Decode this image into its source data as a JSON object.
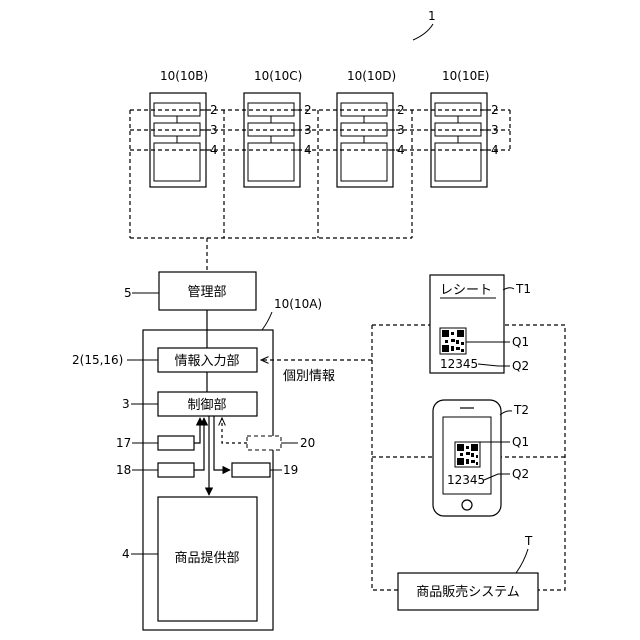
{
  "figure_ref": "1",
  "terminals": {
    "b": {
      "label": "10(10B)"
    },
    "c": {
      "label": "10(10C)"
    },
    "d": {
      "label": "10(10D)"
    },
    "e": {
      "label": "10(10E)"
    }
  },
  "part_refs": {
    "input": "2",
    "control": "3",
    "provider": "4"
  },
  "management": {
    "ref": "5",
    "label": "管理部"
  },
  "main_unit": {
    "label": "10(10A)",
    "input": {
      "ref": "2(15,16)",
      "label": "情報入力部"
    },
    "control": {
      "ref": "3",
      "label": "制御部"
    },
    "provider": {
      "ref": "4",
      "label": "商品提供部"
    },
    "refs": {
      "r17": "17",
      "r18": "18",
      "r19": "19",
      "r20": "20"
    }
  },
  "individual_info_label": "個別情報",
  "receipt": {
    "ref": "T1",
    "title": "レシート",
    "code_ref": "Q1",
    "number": "12345",
    "number_ref": "Q2"
  },
  "phone": {
    "ref": "T2",
    "code_ref": "Q1",
    "number": "12345",
    "number_ref": "Q2"
  },
  "pos": {
    "ref": "T",
    "label": "商品販売システム"
  }
}
